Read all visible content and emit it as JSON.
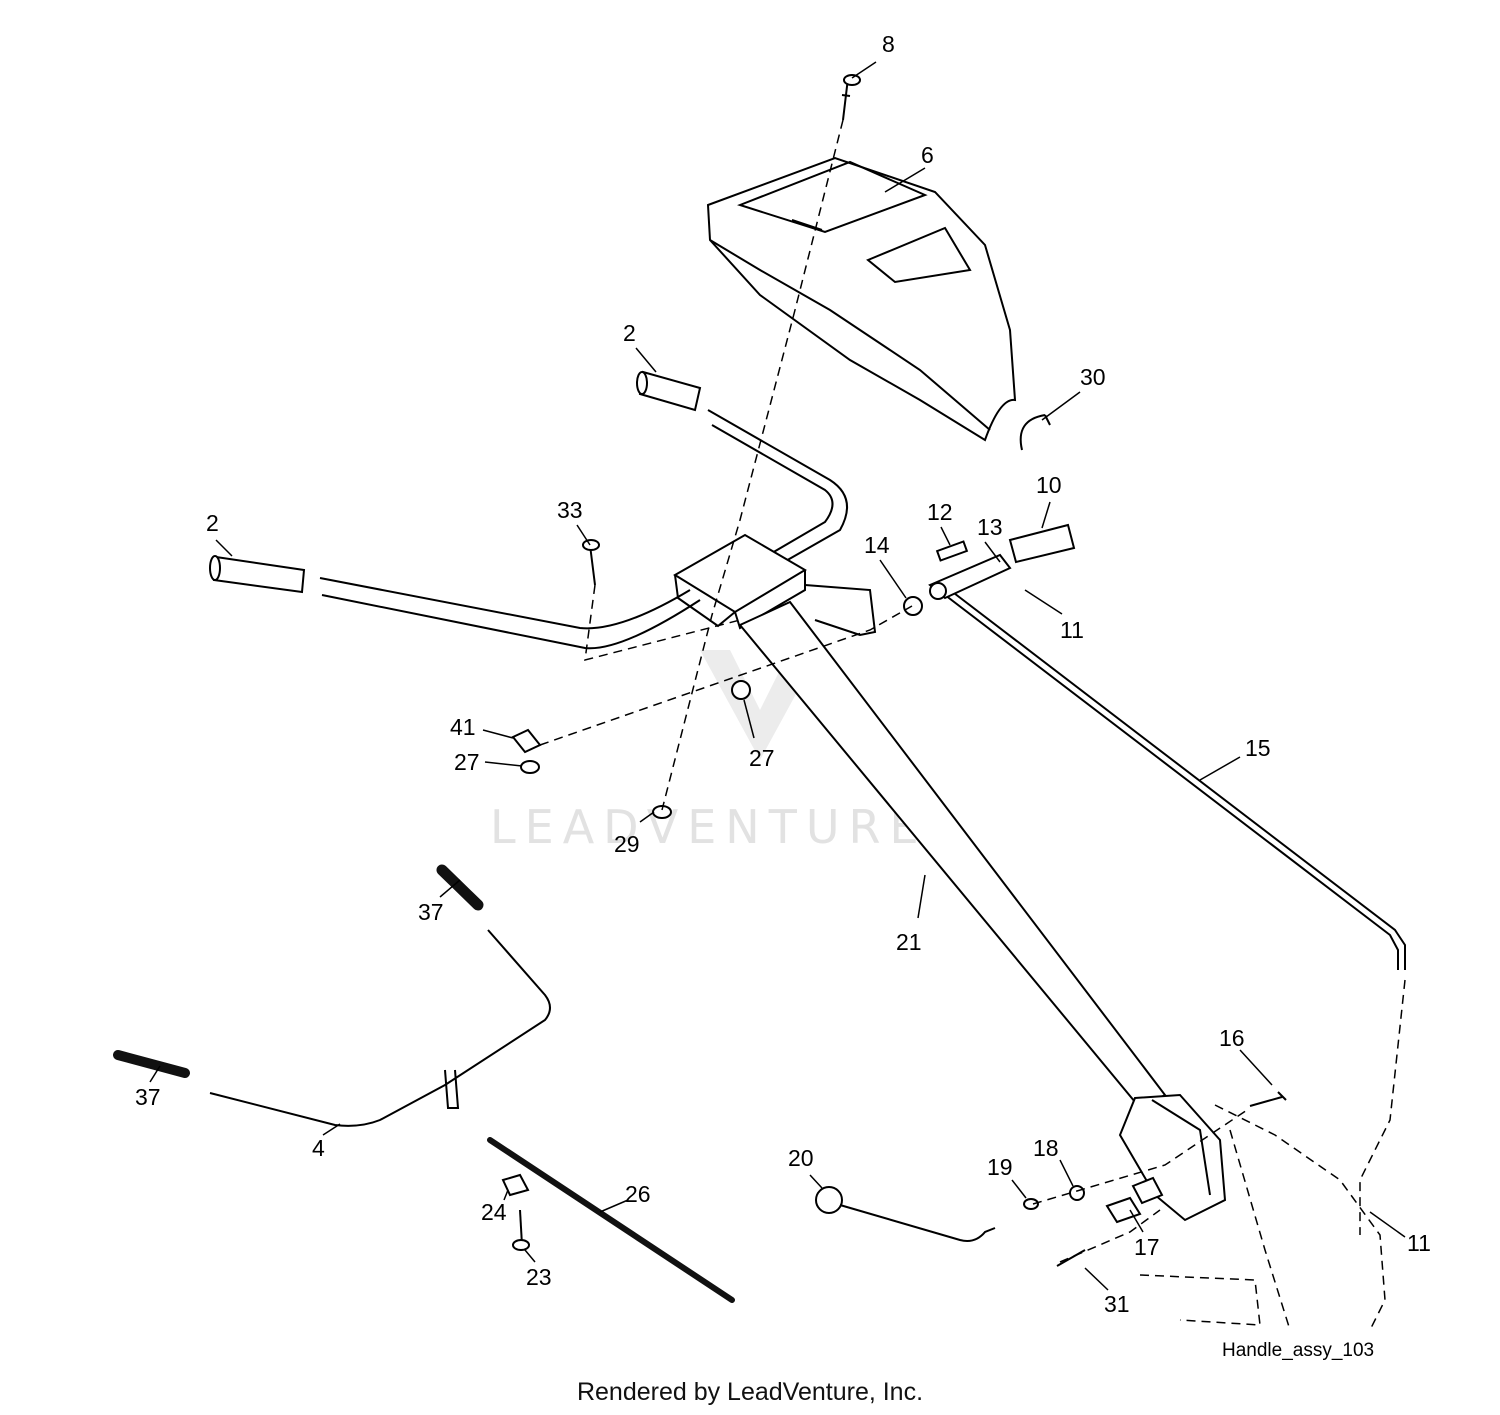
{
  "diagram": {
    "drawing_id": "Handle_assy_103",
    "credit": "Rendered by LeadVenture, Inc.",
    "watermark": "LEADVENTURE",
    "callouts": [
      {
        "id": "c-8",
        "label": "8"
      },
      {
        "id": "c-6",
        "label": "6"
      },
      {
        "id": "c-2a",
        "label": "2"
      },
      {
        "id": "c-30",
        "label": "30"
      },
      {
        "id": "c-10",
        "label": "10"
      },
      {
        "id": "c-2b",
        "label": "2"
      },
      {
        "id": "c-33",
        "label": "33"
      },
      {
        "id": "c-12",
        "label": "12"
      },
      {
        "id": "c-13",
        "label": "13"
      },
      {
        "id": "c-14",
        "label": "14"
      },
      {
        "id": "c-11a",
        "label": "11"
      },
      {
        "id": "c-41",
        "label": "41"
      },
      {
        "id": "c-27a",
        "label": "27"
      },
      {
        "id": "c-27b",
        "label": "27"
      },
      {
        "id": "c-15",
        "label": "15"
      },
      {
        "id": "c-29",
        "label": "29"
      },
      {
        "id": "c-37a",
        "label": "37"
      },
      {
        "id": "c-21",
        "label": "21"
      },
      {
        "id": "c-16",
        "label": "16"
      },
      {
        "id": "c-37b",
        "label": "37"
      },
      {
        "id": "c-4",
        "label": "4"
      },
      {
        "id": "c-20",
        "label": "20"
      },
      {
        "id": "c-18",
        "label": "18"
      },
      {
        "id": "c-19",
        "label": "19"
      },
      {
        "id": "c-26",
        "label": "26"
      },
      {
        "id": "c-24",
        "label": "24"
      },
      {
        "id": "c-17",
        "label": "17"
      },
      {
        "id": "c-11b",
        "label": "11"
      },
      {
        "id": "c-23",
        "label": "23"
      },
      {
        "id": "c-31",
        "label": "31"
      }
    ]
  }
}
